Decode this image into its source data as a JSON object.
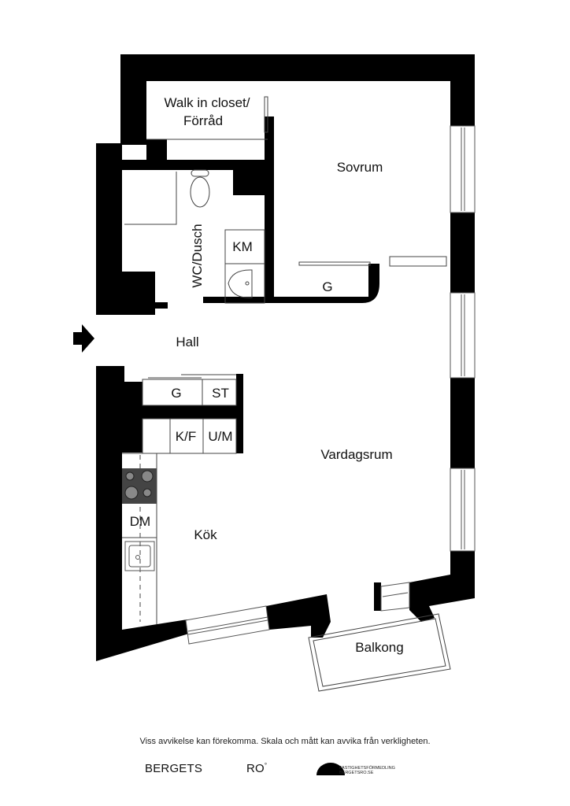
{
  "rooms": {
    "closet_line1": "Walk in closet/",
    "closet_line2": "Förråd",
    "bedroom": "Sovrum",
    "bathroom": "WC/Dusch",
    "washer": "KM",
    "bedroom_wardrobe": "G",
    "hall": "Hall",
    "hall_wardrobe": "G",
    "cleaning_cabinet": "ST",
    "fridge_freezer": "K/F",
    "oven_microwave": "U/M",
    "living_room": "Vardagsrum",
    "dishwasher": "DM",
    "kitchen": "Kök",
    "balcony": "Balkong"
  },
  "footer": {
    "disclaimer": "Viss avvikelse kan förekomma. Skala och mått kan avvika från verkligheten.",
    "brand_left": "BERGETS",
    "brand_right": "RO",
    "brand_mark": "°",
    "tagline_1": "FASTIGHETSFÖRMEDLING",
    "tagline_2": "BERGETSRO.SE"
  },
  "icons": [
    "entrance-arrow-icon",
    "toilet-icon",
    "sink-icon",
    "stove-icon",
    "kitchen-sink-icon",
    "logo-semicircle-icon"
  ]
}
